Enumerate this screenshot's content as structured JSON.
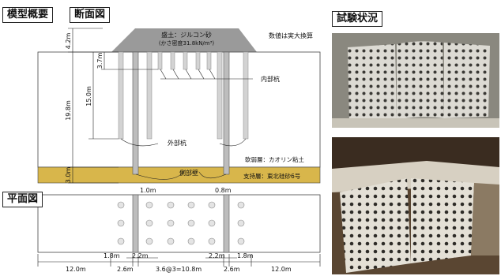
{
  "labels": {
    "model_overview": "模型概要",
    "section_view": "断面図",
    "plan_view": "平面図",
    "test_status": "試験状況"
  },
  "section": {
    "fill_label_1": "盛土：ジルコン砂",
    "fill_label_2": "(かさ密度31.8kN/m³)",
    "note": "数値は実大換算",
    "inner_pile": "内部杭",
    "outer_pile": "外部杭",
    "side_wall": "側部壁",
    "soft_layer": "軟弱層：カオリン粘土",
    "support_layer": "支持層：東北硅砂6号",
    "dim_42": "4.2m",
    "dim_198": "19.8m",
    "dim_150": "15.0m",
    "dim_37": "3.7m",
    "dim_30": "3.0m"
  },
  "plan": {
    "dim_10": "1.0m",
    "dim_08": "0.8m",
    "dim_18_left": "1.8m",
    "dim_22_left": "2.2m",
    "dim_22_right": "2.2m",
    "dim_18_right": "1.8m",
    "dim_120_left": "12.0m",
    "dim_26_left": "2.6m",
    "dim_center": "3.6@3=10.8m",
    "dim_26_right": "2.6m",
    "dim_120_right": "12.0m"
  },
  "icons": [
    "perforated-panel-photo",
    "excavated-model-photo"
  ]
}
